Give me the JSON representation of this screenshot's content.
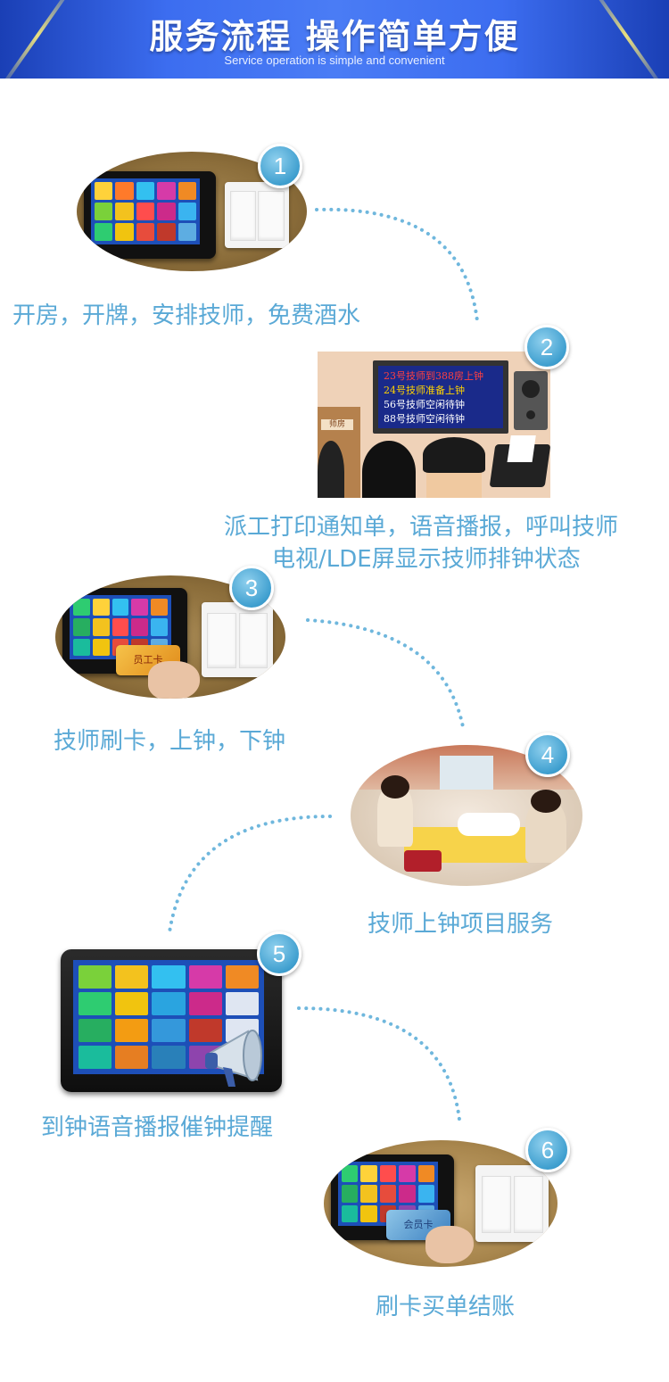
{
  "banner": {
    "title": "服务流程  操作简单方便",
    "subtitle": "Service operation is simple and convenient"
  },
  "steps": [
    {
      "number": "1",
      "caption": "开房，开牌，安排技师，免费酒水"
    },
    {
      "number": "2",
      "caption_line1": "派工打印通知单，语音播报，呼叫技师",
      "caption_line2": "电视/LDE屏显示技师排钟状态",
      "screen_lines": [
        "23号技师到388房上钟",
        "24号技师准备上钟",
        "56号技师空闲待钟",
        "88号技师空闲待钟"
      ],
      "room_sign": "师房"
    },
    {
      "number": "3",
      "caption": "技师刷卡，上钟，下钟",
      "card_text": "员工卡"
    },
    {
      "number": "4",
      "caption": "技师上钟项目服务"
    },
    {
      "number": "5",
      "caption": "到钟语音播报催钟提醒"
    },
    {
      "number": "6",
      "caption": "刷卡买单结账",
      "card_text": "会员卡"
    }
  ],
  "colors": {
    "banner": "#3c6df0",
    "accent": "#5aa9d6",
    "badge": "#3f9fcf",
    "dots": "#6fb7dd"
  }
}
